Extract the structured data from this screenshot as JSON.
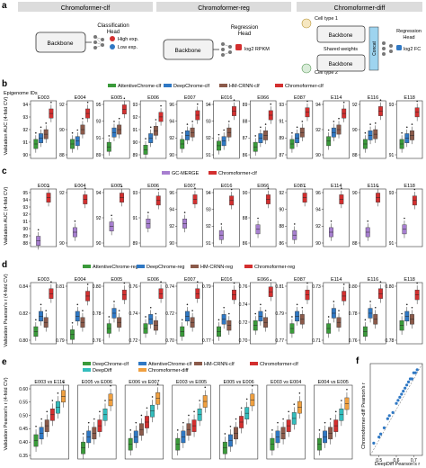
{
  "panels": {
    "a": {
      "letter": "a",
      "clf": {
        "header": "Chromoformer-clf",
        "backbone": "Backbone",
        "head_line1": "Classification",
        "head_line2": "Head",
        "high": "High exp.",
        "low": "Low exp."
      },
      "reg": {
        "header": "Chromoformer-reg",
        "backbone": "Backbone",
        "head_line1": "Regression",
        "head_line2": "Head",
        "output": "log2 RPKM"
      },
      "diff": {
        "header": "Chromoformer-diff",
        "cell1": "Cell type 1",
        "cell2": "Cell type 2",
        "backbone": "Backbone",
        "shared": "Shared weights",
        "concat": "Concat",
        "head_line1": "Regression",
        "head_line2": "Head",
        "output": "log2 FC"
      }
    },
    "b": {
      "letter": "b",
      "row_label": "Epigenome IDs",
      "ylabel": "Validation AUC (4-fold CV)",
      "legend": [
        {
          "name": "AttentiveChrome-clf",
          "color": "#3a9a3a"
        },
        {
          "name": "DeepChrome-clf",
          "color": "#2f78c4"
        },
        {
          "name": "HM-CRNN-clf",
          "color": "#8b5a4a"
        },
        {
          "name": "Chromoformer-clf",
          "color": "#d32f2f"
        }
      ]
    },
    "c": {
      "letter": "c",
      "ylabel": "Validation AUC (4-fold CV)",
      "legend": [
        {
          "name": "GC-MERGE",
          "color": "#a77fd0"
        },
        {
          "name": "Chromoformer-clf",
          "color": "#d32f2f"
        }
      ]
    },
    "d": {
      "letter": "d",
      "ylabel": "Validation Pearson's r (4-fold CV)",
      "legend": [
        {
          "name": "AttentiveChrome-reg",
          "color": "#3a9a3a"
        },
        {
          "name": "DeepChrome-reg",
          "color": "#2f78c4"
        },
        {
          "name": "HM-CRNN-reg",
          "color": "#8b5a4a"
        },
        {
          "name": "Chromoformer-reg",
          "color": "#d32f2f"
        }
      ]
    },
    "e": {
      "letter": "e",
      "ylabel": "Validation Pearson's r (4-fold CV)",
      "legend": [
        {
          "name": "DeepChrome-clf",
          "color": "#3a9a3a"
        },
        {
          "name": "AttentiveChrome-clf",
          "color": "#2f78c4"
        },
        {
          "name": "HM-CRNN-clf",
          "color": "#8b5a4a"
        },
        {
          "name": "Chromoformer-clf",
          "color": "#d32f2f"
        },
        {
          "name": "DeepDiff",
          "color": "#33bdbd"
        },
        {
          "name": "Chromoformer-diff",
          "color": "#f0a040"
        }
      ]
    },
    "f": {
      "letter": "f",
      "xlabel": "DeepDiff Pearson's r",
      "ylabel": "Chromoformer-diff Pearson's r"
    }
  },
  "chart_data": [
    {
      "id": "b",
      "type": "boxplot",
      "categories": [
        "E003",
        "E004",
        "E005",
        "E006",
        "E007",
        "E016",
        "E066",
        "E087",
        "E114",
        "E116",
        "E118"
      ],
      "yticks": [
        [
          "90",
          "91",
          "92",
          "93",
          "94"
        ],
        [
          "88",
          "90",
          "92"
        ],
        [
          "89",
          "91",
          "93",
          "95"
        ],
        [
          "89",
          "90",
          "91",
          "92",
          "93"
        ],
        [
          "90",
          "92",
          "94",
          "96"
        ],
        [
          "91",
          "92",
          "93",
          "94"
        ],
        [
          "86",
          "87",
          "88",
          "89"
        ],
        [
          "87",
          "89",
          "91",
          "93"
        ],
        [
          "90",
          "92",
          "94"
        ],
        [
          "88",
          "90",
          "92"
        ],
        [
          "91",
          "93"
        ]
      ],
      "series_colors": [
        "#3a9a3a",
        "#2f78c4",
        "#8b5a4a",
        "#d32f2f"
      ],
      "medians": [
        [
          0.25,
          0.35,
          0.42,
          0.78
        ],
        [
          0.25,
          0.3,
          0.5,
          0.78
        ],
        [
          0.2,
          0.45,
          0.5,
          0.85
        ],
        [
          0.15,
          0.35,
          0.48,
          0.72
        ],
        [
          0.25,
          0.4,
          0.45,
          0.75
        ],
        [
          0.22,
          0.3,
          0.45,
          0.82
        ],
        [
          0.2,
          0.35,
          0.4,
          0.75
        ],
        [
          0.25,
          0.35,
          0.45,
          0.8
        ],
        [
          0.3,
          0.45,
          0.5,
          0.78
        ],
        [
          0.25,
          0.4,
          0.42,
          0.82
        ],
        [
          0.25,
          0.35,
          0.4,
          0.8
        ]
      ]
    },
    {
      "id": "c",
      "type": "boxplot",
      "categories": [
        "E003",
        "E004",
        "E005",
        "E006",
        "E007",
        "E016",
        "E066",
        "E087",
        "E114",
        "E116",
        "E118"
      ],
      "yticks": [
        [
          "88",
          "89",
          "90",
          "91",
          "92",
          "93",
          "94",
          "95"
        ],
        [
          "90",
          "92"
        ],
        [
          "90",
          "92",
          "94"
        ],
        [
          "89",
          "91",
          "93"
        ],
        [
          "90",
          "92",
          "94",
          "96"
        ],
        [
          "91",
          "92",
          "93",
          "94"
        ],
        [
          "86",
          "88",
          "90"
        ],
        [
          "86",
          "88",
          "90",
          "92"
        ],
        [
          "90",
          "92",
          "94",
          "96"
        ],
        [
          "88",
          "90"
        ],
        [
          "91",
          "93"
        ]
      ],
      "series_colors": [
        "#a77fd0",
        "#d32f2f"
      ],
      "medians": [
        [
          0.1,
          0.85
        ],
        [
          0.25,
          0.82
        ],
        [
          0.35,
          0.85
        ],
        [
          0.4,
          0.8
        ],
        [
          0.4,
          0.82
        ],
        [
          0.2,
          0.8
        ],
        [
          0.3,
          0.82
        ],
        [
          0.2,
          0.85
        ],
        [
          0.25,
          0.82
        ],
        [
          0.25,
          0.85
        ],
        [
          0.3,
          0.8
        ]
      ]
    },
    {
      "id": "d",
      "type": "boxplot",
      "categories": [
        "E003",
        "E004",
        "E005",
        "E006",
        "E007",
        "E016",
        "E066",
        "E087",
        "E114",
        "E116",
        "E118"
      ],
      "yticks": [
        [
          "0.80",
          "0.82",
          "0.84"
        ],
        [
          "0.79",
          "0.81"
        ],
        [
          "0.76",
          "0.78",
          "0.80"
        ],
        [
          "0.72",
          "0.74",
          "0.76"
        ],
        [
          "0.70",
          "0.72",
          "0.74"
        ],
        [
          "0.77",
          "0.79"
        ],
        [
          "0.70",
          "0.72",
          "0.74",
          "0.76"
        ],
        [
          "0.77",
          "0.79",
          "0.81"
        ],
        [
          "0.71",
          "0.73"
        ],
        [
          "0.76",
          "0.78",
          "0.80"
        ],
        [
          "0.78",
          "0.80"
        ]
      ],
      "series_colors": [
        "#3a9a3a",
        "#2f78c4",
        "#8b5a4a",
        "#d32f2f"
      ],
      "medians": [
        [
          0.2,
          0.45,
          0.35,
          0.82
        ],
        [
          0.15,
          0.45,
          0.35,
          0.78
        ],
        [
          0.25,
          0.5,
          0.35,
          0.8
        ],
        [
          0.25,
          0.4,
          0.3,
          0.82
        ],
        [
          0.2,
          0.45,
          0.35,
          0.82
        ],
        [
          0.2,
          0.4,
          0.3,
          0.8
        ],
        [
          0.3,
          0.45,
          0.35,
          0.85
        ],
        [
          0.25,
          0.45,
          0.4,
          0.8
        ],
        [
          0.25,
          0.5,
          0.35,
          0.78
        ],
        [
          0.2,
          0.5,
          0.4,
          0.82
        ],
        [
          0.3,
          0.45,
          0.4,
          0.8
        ]
      ]
    },
    {
      "id": "e",
      "type": "boxplot",
      "categories": [
        "E003 vs E116",
        "E005 vs E006",
        "E006 vs E007",
        "E003 vs E005",
        "E005 vs E006",
        "E003 vs E004",
        "E004 vs E005"
      ],
      "yticks": [
        [
          "0.35",
          "0.40",
          "0.45",
          "0.50",
          "0.55",
          "0.60"
        ],
        [],
        [],
        [],
        [],
        [],
        []
      ],
      "series_colors": [
        "#3a9a3a",
        "#2f78c4",
        "#8b5a4a",
        "#d32f2f",
        "#33bdbd",
        "#f0a040"
      ],
      "medians": [
        [
          0.25,
          0.35,
          0.45,
          0.6,
          0.7,
          0.85
        ],
        [
          0.15,
          0.3,
          0.35,
          0.45,
          0.6,
          0.8
        ],
        [
          0.2,
          0.3,
          0.4,
          0.5,
          0.65,
          0.82
        ],
        [
          0.2,
          0.3,
          0.4,
          0.45,
          0.6,
          0.78
        ],
        [
          0.15,
          0.25,
          0.35,
          0.5,
          0.62,
          0.8
        ],
        [
          0.2,
          0.3,
          0.35,
          0.45,
          0.55,
          0.7
        ],
        [
          0.2,
          0.3,
          0.35,
          0.45,
          0.6,
          0.75
        ]
      ]
    },
    {
      "id": "f",
      "type": "scatter",
      "xticks": [
        "0.5",
        "0.6",
        "0.7"
      ],
      "xlim": [
        0.45,
        0.75
      ],
      "ylim": [
        0.45,
        0.75
      ],
      "x": [
        0.47,
        0.5,
        0.51,
        0.53,
        0.55,
        0.56,
        0.58,
        0.6,
        0.61,
        0.62,
        0.63,
        0.64,
        0.65,
        0.66,
        0.67,
        0.68,
        0.69,
        0.7,
        0.71,
        0.72
      ],
      "y": [
        0.49,
        0.51,
        0.52,
        0.54,
        0.57,
        0.58,
        0.59,
        0.62,
        0.63,
        0.64,
        0.65,
        0.66,
        0.67,
        0.68,
        0.69,
        0.7,
        0.7,
        0.72,
        0.72,
        0.73
      ],
      "identity_line": true,
      "color": "#2f78c4"
    }
  ]
}
